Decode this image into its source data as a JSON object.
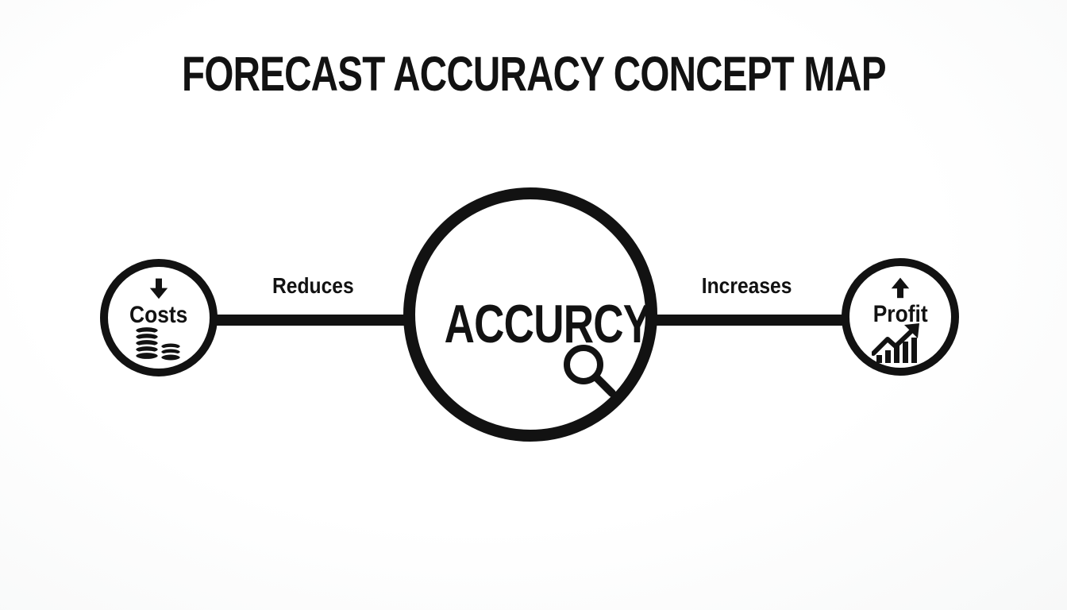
{
  "title": "FORECAST ACCURACY CONCEPT MAP",
  "diagram": {
    "center_node": {
      "label": "ACCURCY",
      "icon": "magnifier"
    },
    "left_node": {
      "label": "Costs",
      "top_icon": "arrow-down",
      "bottom_icon": "coin-stacks"
    },
    "right_node": {
      "label": "Profit",
      "top_icon": "arrow-up",
      "bottom_icon": "growth-chart"
    },
    "edges": {
      "left_label": "Reduces",
      "right_label": "Increases"
    }
  },
  "colors": {
    "ink": "#121212",
    "background": "#ffffff"
  }
}
